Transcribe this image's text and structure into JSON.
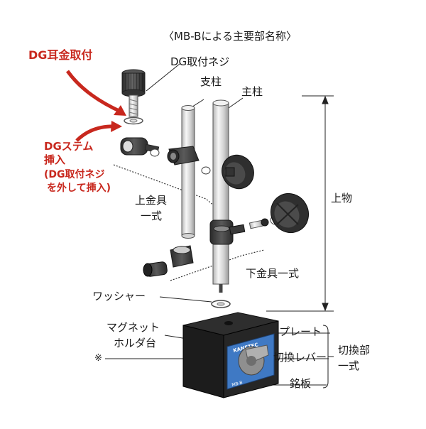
{
  "title": "〈MB-Bによる主要部名称〉",
  "labels": {
    "dg_ear": "DG耳金取付",
    "dg_screw": "DG取付ネジ",
    "support_post": "支柱",
    "main_post": "主柱",
    "dg_stem_line1": "DGステム",
    "dg_stem_line2": "挿入",
    "dg_stem_line3": "(DG取付ネジ",
    "dg_stem_line4": "を外して挿入)",
    "upper_fitting_line1": "上金具",
    "upper_fitting_line2": "一式",
    "upper_part": "上物",
    "lower_fitting": "下金具一式",
    "washer": "ワッシャー",
    "magnet_line1": "マグネット",
    "magnet_line2": "ホルダ台",
    "note_mark": "※",
    "plate": "プレート",
    "switch_lever": "切換レバー",
    "nameplate": "銘板",
    "switch_unit_line1": "切換部",
    "switch_unit_line2": "一式",
    "brand": "KANETEC",
    "model": "MB-B"
  },
  "colors": {
    "accent_red": "#c8281e",
    "metal_dark": "#3a3a3a",
    "metal_light": "#e8e8e8",
    "plate_blue": "#3f79c4",
    "lever_gray": "#9a9a9a"
  }
}
